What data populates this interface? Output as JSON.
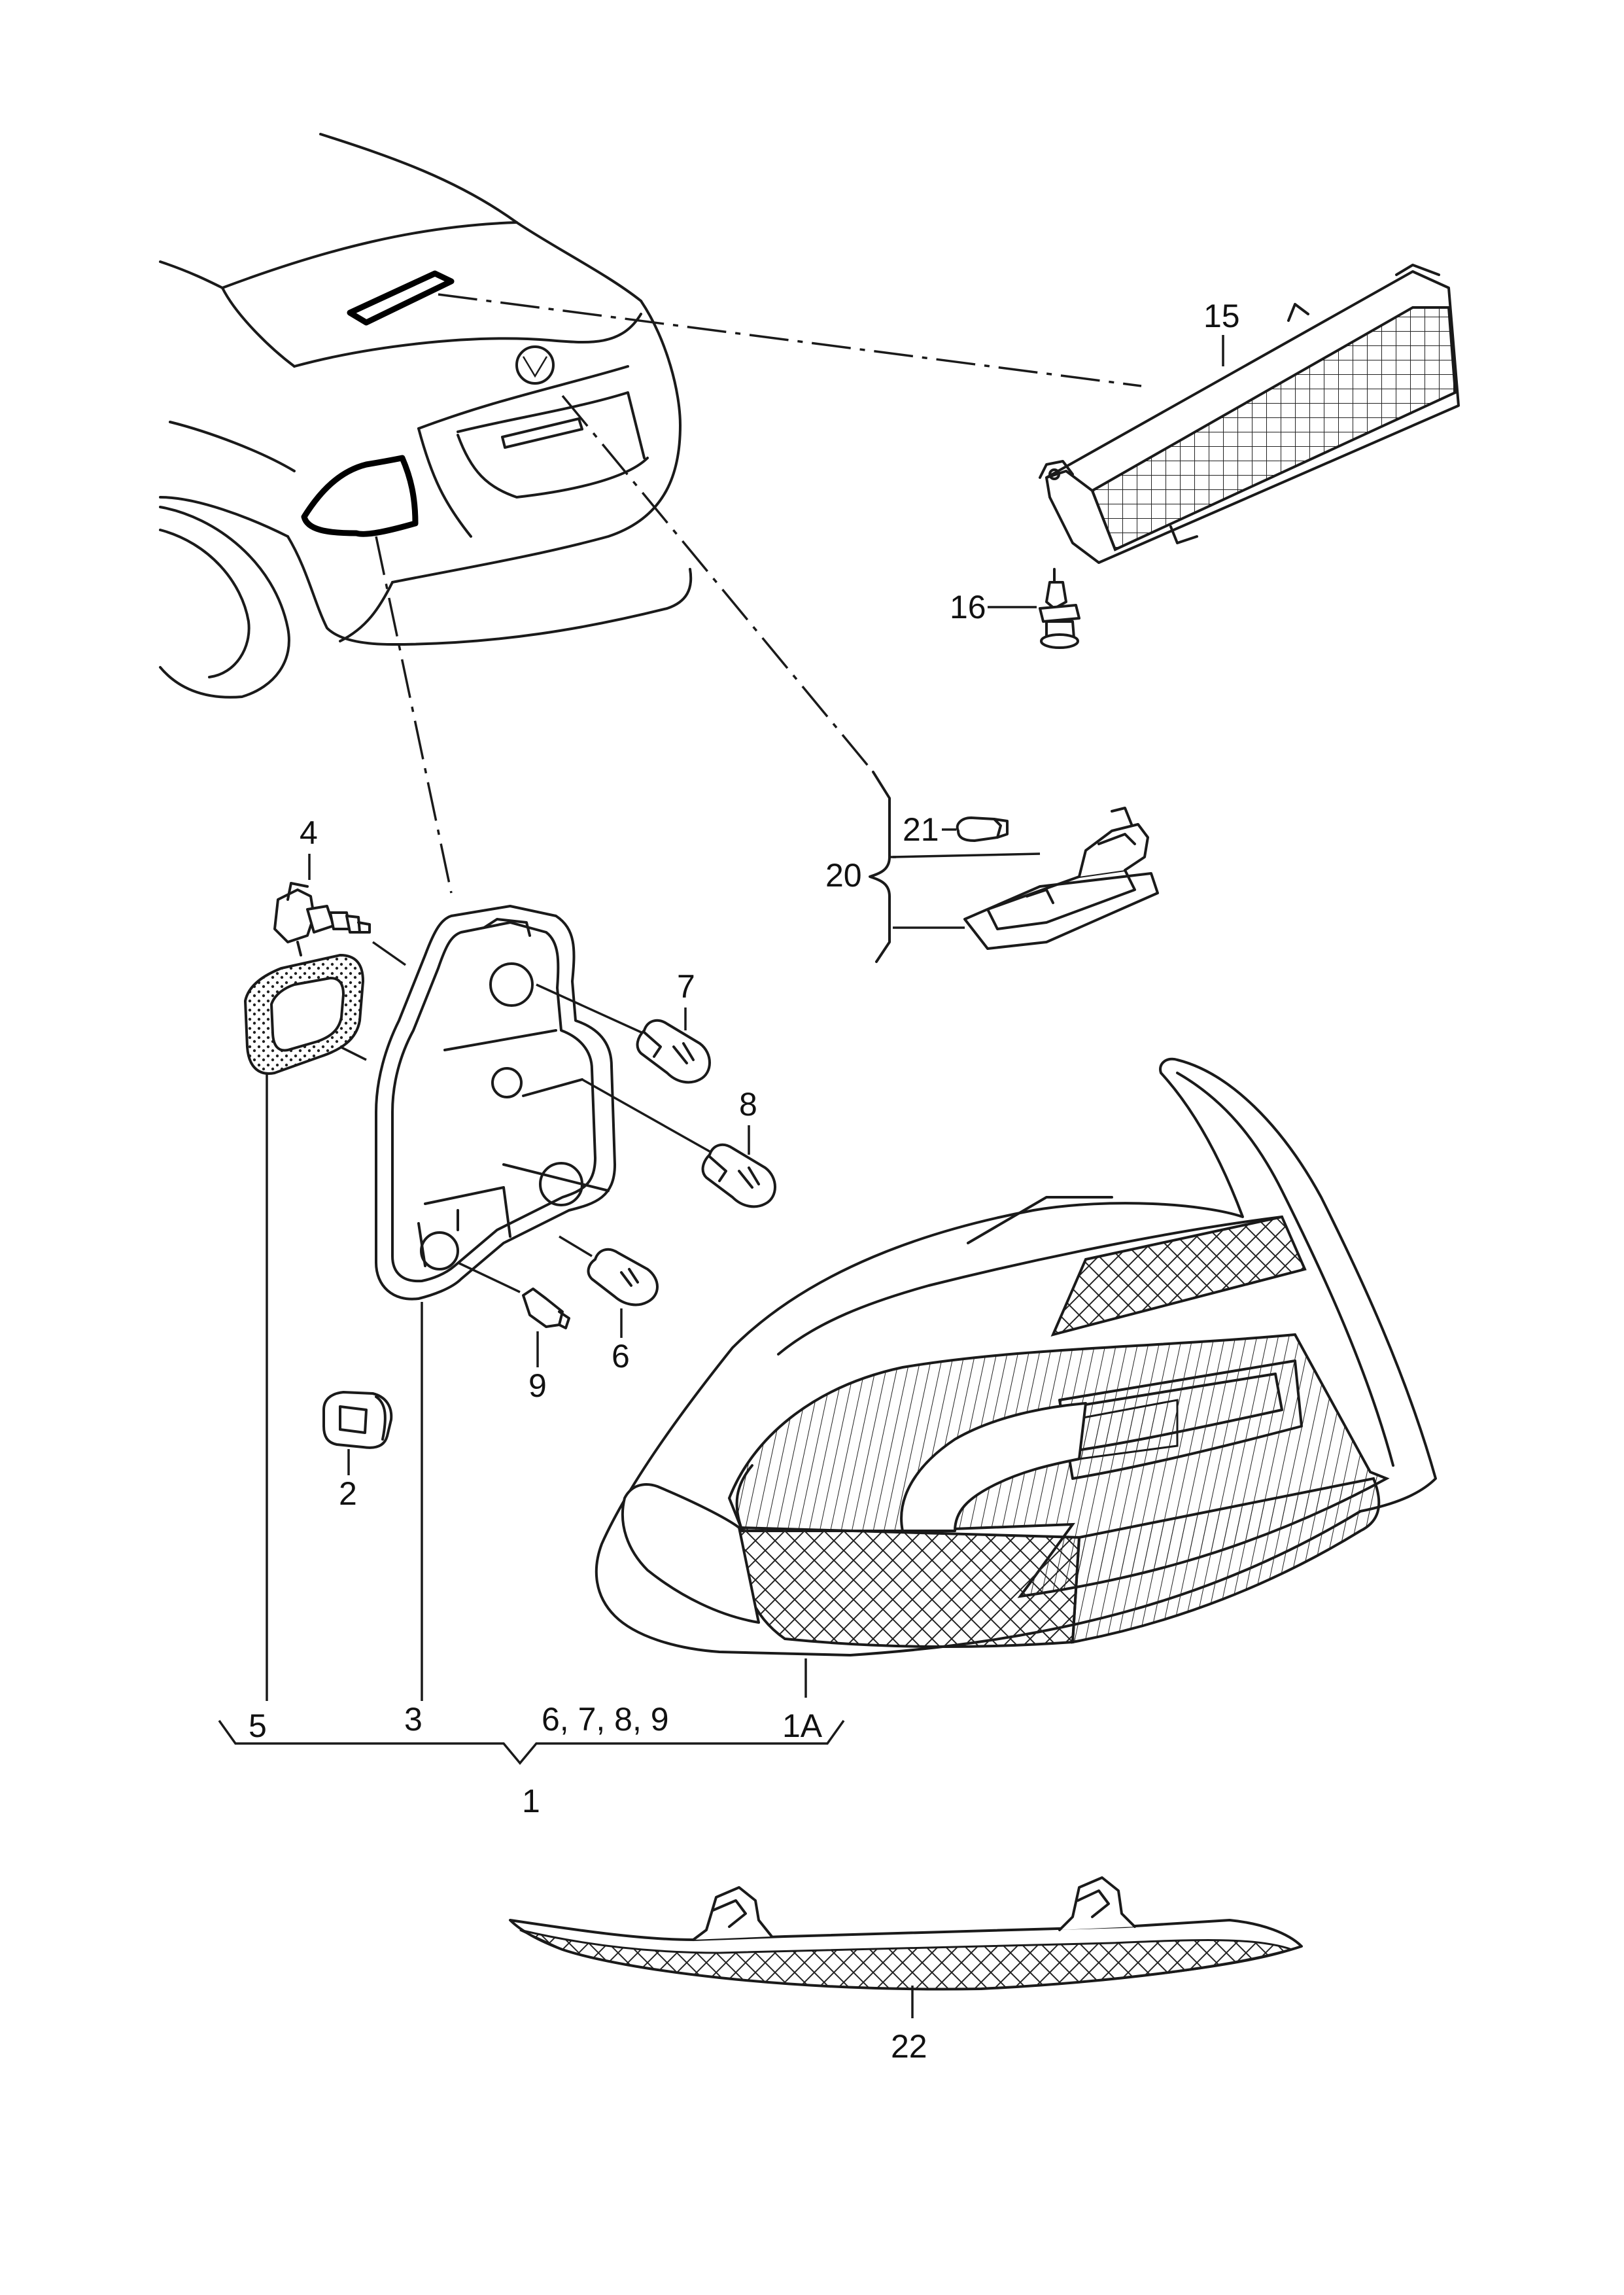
{
  "labels": {
    "l15": "15",
    "l16": "16",
    "l21": "21",
    "l20": "20",
    "l4": "4",
    "l7": "7",
    "l8": "8",
    "l6": "6",
    "l9": "9",
    "l2": "2",
    "l5": "5",
    "l3": "3",
    "l6789": "6, 7, 8, 9",
    "l1A": "1A",
    "l1": "1",
    "l22": "22"
  },
  "colors": {
    "line": "#1a1a1a",
    "background": "#ffffff"
  }
}
